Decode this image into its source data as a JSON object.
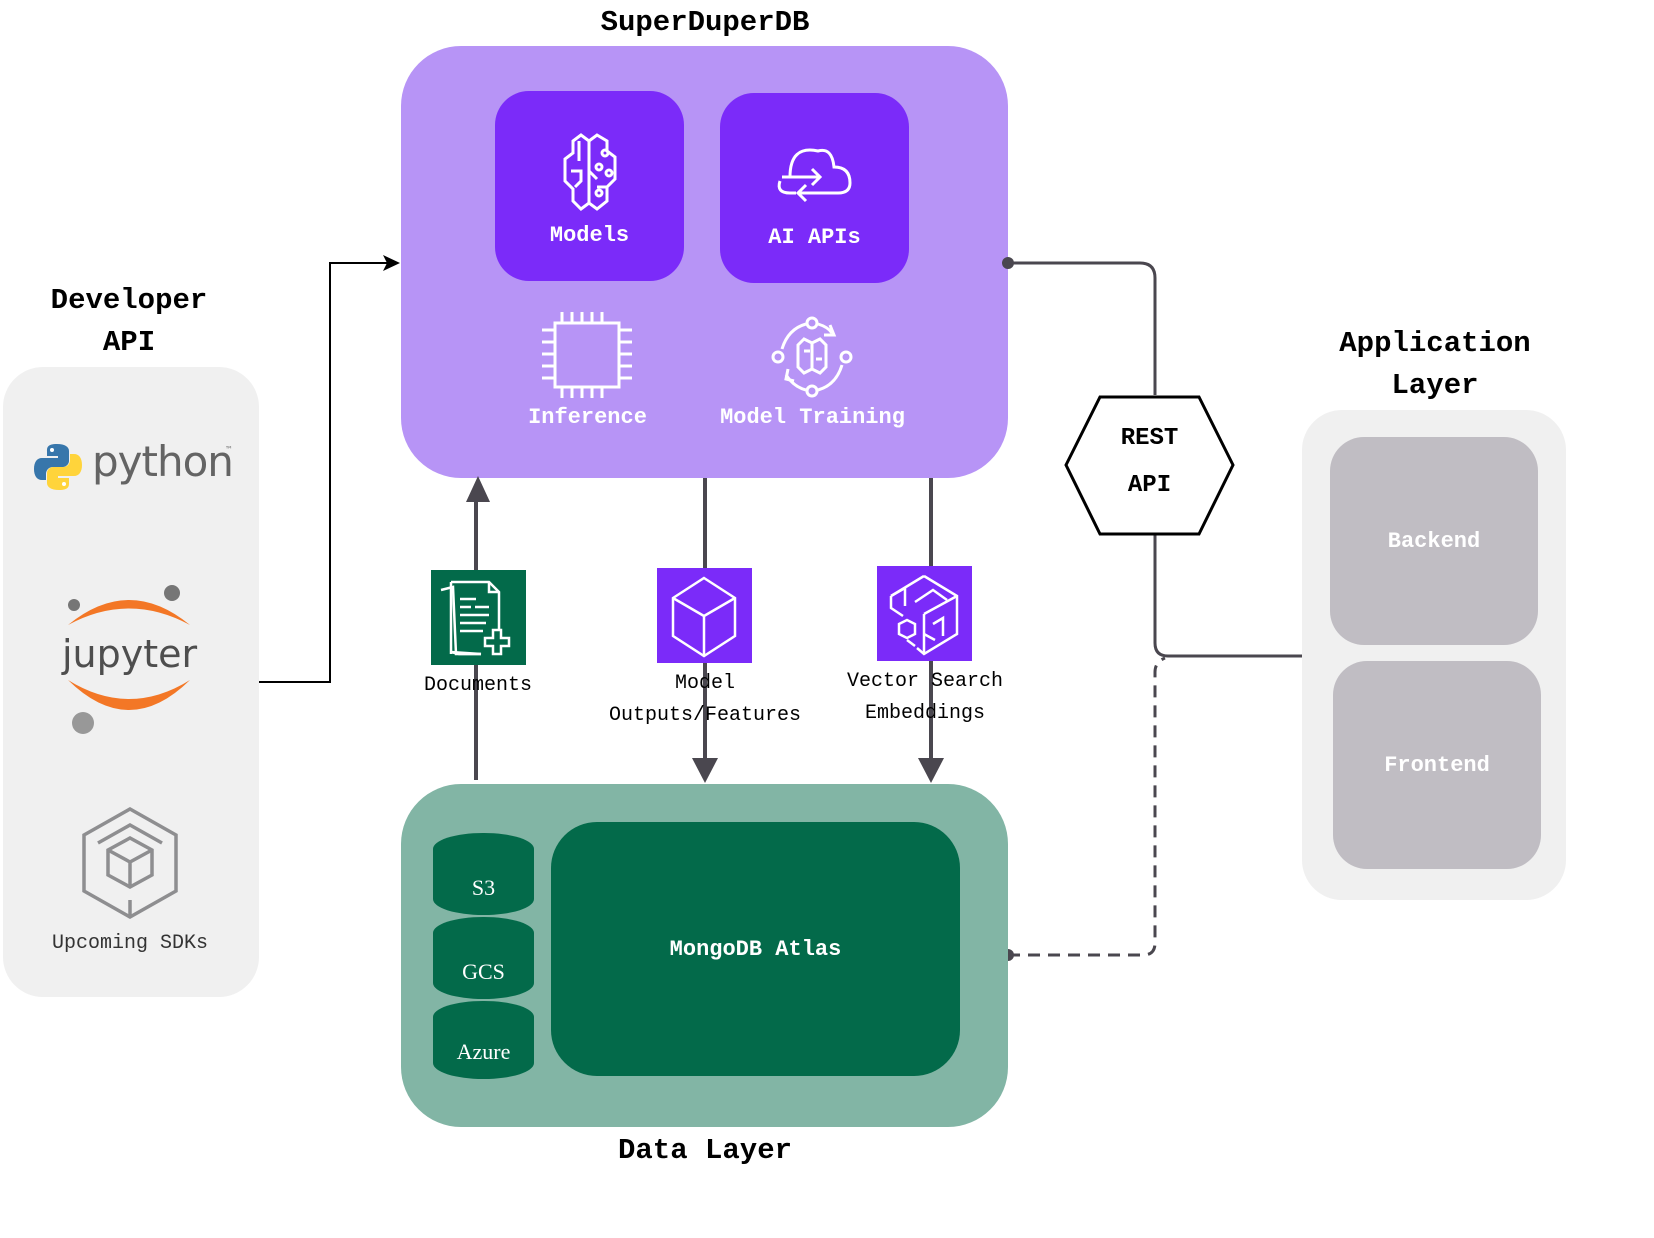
{
  "titles": {
    "superduperdb": "SuperDuperDB",
    "developer_api_line1": "Developer",
    "developer_api_line2": "API",
    "application_layer_line1": "Application",
    "application_layer_line2": "Layer",
    "data_layer": "Data Layer"
  },
  "superduperdb": {
    "tiles": [
      {
        "label": "Models",
        "icon": "brain-circuit-icon"
      },
      {
        "label": "AI APIs",
        "icon": "cloud-sync-icon"
      }
    ],
    "features": [
      {
        "label": "Inference",
        "icon": "chip-icon"
      },
      {
        "label": "Model Training",
        "icon": "brain-cycle-icon"
      }
    ]
  },
  "developer_api": {
    "items": [
      {
        "label": "python",
        "trademark": "™",
        "icon": "python-logo-icon"
      },
      {
        "label": "jupyter",
        "icon": "jupyter-logo-icon"
      },
      {
        "label": "Upcoming SDKs",
        "icon": "sdk-cube-icon"
      }
    ]
  },
  "flows": {
    "documents": {
      "label": "Documents",
      "icon": "documents-add-icon"
    },
    "model_outputs": {
      "label_line1": "Model",
      "label_line2": "Outputs/Features",
      "icon": "cube-icon"
    },
    "vector_search": {
      "label_line1": "Vector Search",
      "label_line2": "Embeddings",
      "icon": "vector-blocks-icon"
    }
  },
  "rest_api": {
    "line1": "REST",
    "line2": "API"
  },
  "application_layer": {
    "items": [
      {
        "label": "Backend"
      },
      {
        "label": "Frontend"
      }
    ]
  },
  "data_layer": {
    "main": "MongoDB Atlas",
    "stores": [
      {
        "label": "S3"
      },
      {
        "label": "GCS"
      },
      {
        "label": "Azure"
      }
    ]
  },
  "colors": {
    "purple_light": "#b794f6",
    "purple_dark": "#7b2bf9",
    "green_light": "#82b5a5",
    "green_dark": "#036a4a",
    "grey_panel": "#f0f0f0",
    "grey_tile": "#c0bdc3",
    "connector": "#4a474f"
  }
}
